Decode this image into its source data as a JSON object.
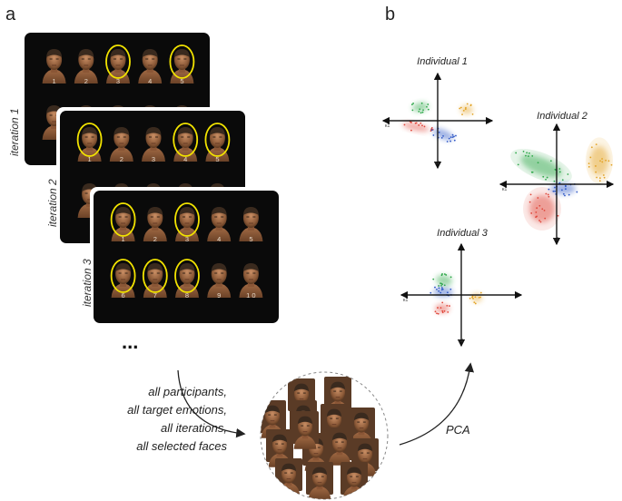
{
  "panel_letters": [
    "a",
    "b"
  ],
  "iterations": [
    {
      "label": "iteration 1",
      "numbers": [
        "1",
        "2",
        "3",
        "4",
        "5"
      ],
      "selected": [
        "3",
        "5"
      ]
    },
    {
      "label": "iteration 2",
      "numbers": [
        "1",
        "2",
        "3",
        "4",
        "5"
      ],
      "selected": [
        "1",
        "4",
        "5"
      ]
    },
    {
      "label": "iteration 3",
      "numbers": [
        "1",
        "2",
        "3",
        "4",
        "5",
        "6",
        "7",
        "8",
        "9",
        "1 0"
      ],
      "selected": [
        "1",
        "3",
        "6",
        "7",
        "8"
      ]
    }
  ],
  "continuation": "...",
  "caption_lines": [
    "all participants,",
    "all target emotions,",
    "all iterations,",
    "all selected faces"
  ],
  "pca_label": "PCA",
  "individuals": [
    {
      "title": "Individual 1",
      "axis_label_x": "κ1",
      "axis_label_y": "κ2"
    },
    {
      "title": "Individual 2",
      "axis_label_x": "κ1",
      "axis_label_y": "κ2"
    },
    {
      "title": "Individual 3",
      "axis_label_x": "κ1",
      "axis_label_y": "κ2"
    }
  ],
  "cluster_colors": {
    "green": "#2fa84a",
    "orange": "#e3a325",
    "red": "#e0463a",
    "blue": "#2f58c6"
  },
  "icons": [
    "face-thumbnail-icon",
    "yellow-selection-ring-icon",
    "curved-arrow-icon"
  ]
}
